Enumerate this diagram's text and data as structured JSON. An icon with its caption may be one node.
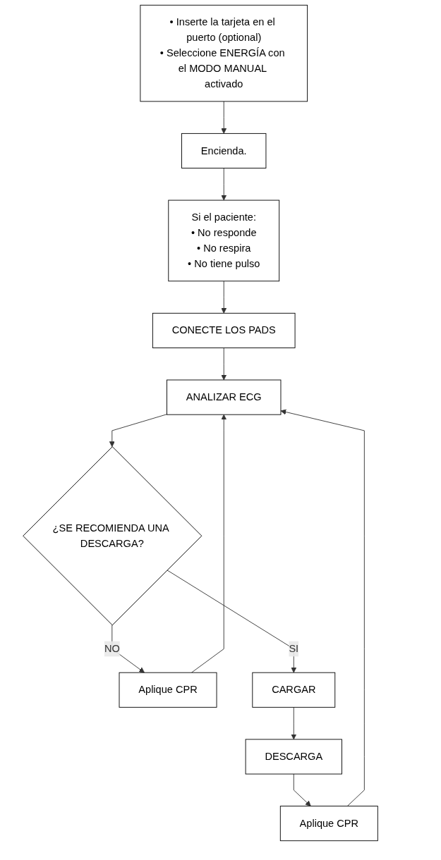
{
  "diagram": {
    "nodes": [
      {
        "text": [
          "• Inserte la tarjeta en el puerto (optional)",
          "• Seleccione ENERGÍA con el MODO MANUAL activado"
        ]
      },
      {
        "text": [
          "Encienda."
        ]
      },
      {
        "text": [
          "Si el paciente:",
          "• No responde",
          "• No respira",
          "• No tiene pulso"
        ]
      },
      {
        "text": [
          "CONECTE LOS PADS"
        ]
      },
      {
        "text": [
          "ANALIZAR ECG"
        ]
      },
      {
        "text": [
          "¿SE RECOMIENDA UNA DESCARGA?"
        ]
      },
      {
        "text": [
          "Aplique CPR"
        ]
      },
      {
        "text": [
          "CARGAR"
        ]
      },
      {
        "text": [
          "DESCARGA"
        ]
      },
      {
        "text": [
          "Aplique CPR"
        ]
      }
    ],
    "edges": [
      {
        "from": 0,
        "to": 1,
        "arrow": "to"
      },
      {
        "from": 1,
        "to": 2,
        "arrow": "to"
      },
      {
        "from": 2,
        "to": 3,
        "arrow": "to"
      },
      {
        "from": 3,
        "to": 4,
        "arrow": "to"
      },
      {
        "from": 4,
        "to": 5,
        "arrow": "to"
      },
      {
        "from": 5,
        "to": 6,
        "arrow": "to",
        "label": "NO"
      },
      {
        "from": 6,
        "to": 4,
        "arrow": "to"
      },
      {
        "from": 5,
        "to": 7,
        "arrow": "to",
        "label": "SI"
      },
      {
        "from": 7,
        "to": 8,
        "arrow": "to"
      },
      {
        "from": 8,
        "to": 9,
        "arrow": "to"
      },
      {
        "from": 9,
        "to": 4,
        "arrow": "to"
      }
    ]
  }
}
